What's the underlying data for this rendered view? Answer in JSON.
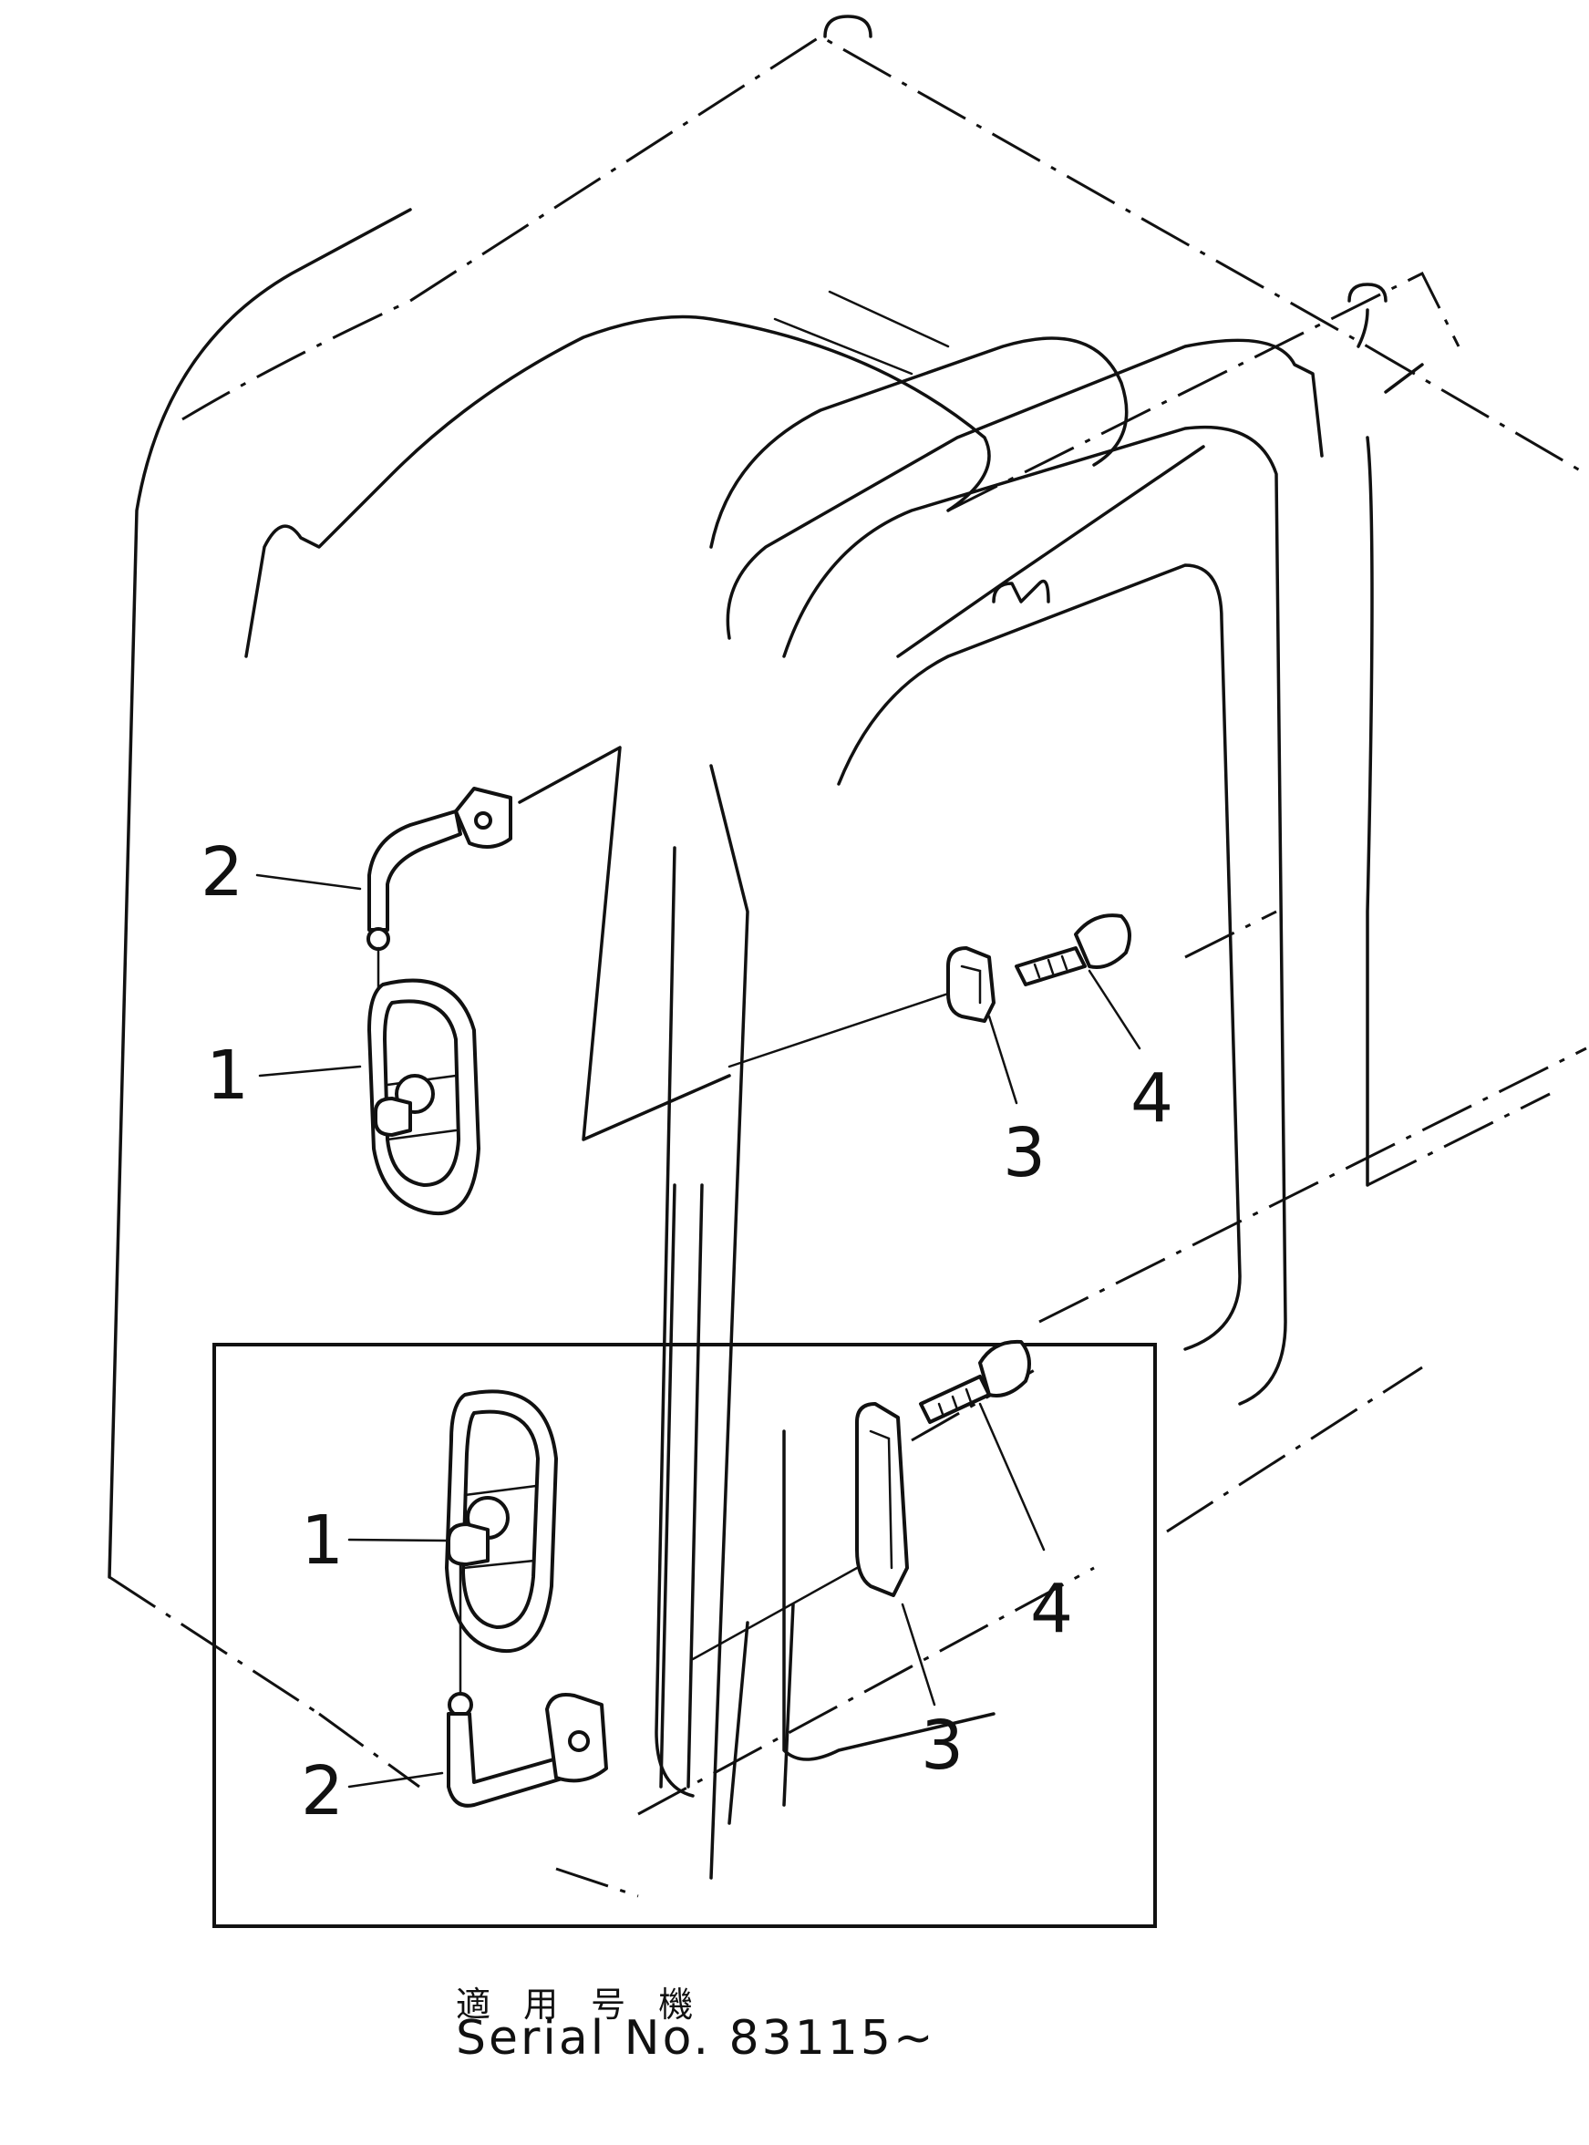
{
  "callouts_main": [
    "1",
    "2",
    "3",
    "4"
  ],
  "callouts_inset": [
    "1",
    "2",
    "3",
    "4"
  ],
  "caption": {
    "applicable_jp": "適 用 号 機",
    "serial": "Serial No. 83115~"
  }
}
